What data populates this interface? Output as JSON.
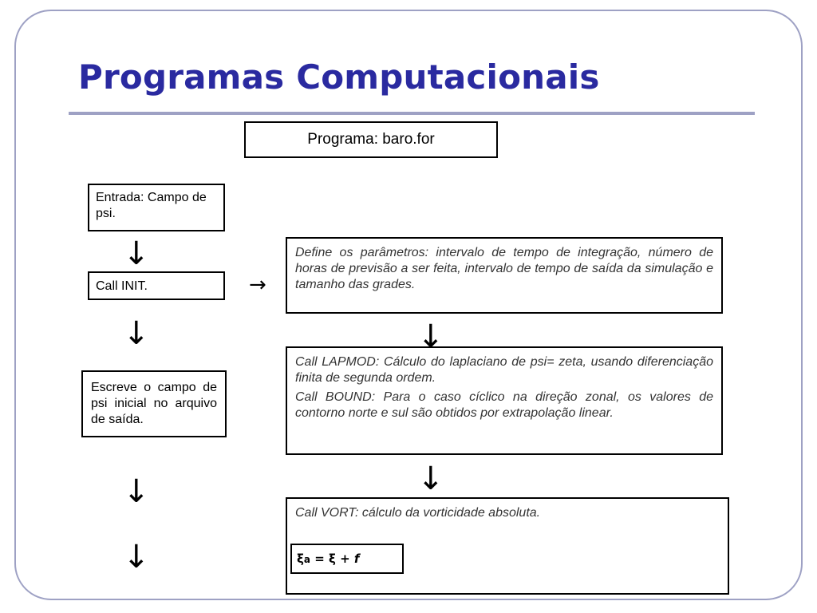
{
  "slide": {
    "title": "Programas Computacionais"
  },
  "diagram": {
    "program_label": "Programa: baro.for",
    "input_step": "Entrada: Campo de psi.",
    "init_step": "Call INIT.",
    "write_step": "Escreve o campo de psi inicial no arquivo de saída.",
    "params_text": "Define os parâmetros: intervalo de tempo de integração, número de horas de previsão a ser feita, intervalo de tempo de saída da simulação e tamanho das grades.",
    "lapmod_text": "Call LAPMOD: Cálculo do laplaciano de psi= zeta, usando diferenciação finita de segunda ordem.",
    "bound_text": "Call BOUND: Para o caso cíclico na direção zonal, os valores de contorno  norte e sul são obtidos por extrapolação linear.",
    "vort_text": "Call VORT: cálculo da vorticidade absoluta.",
    "formula": {
      "xi": "ξ",
      "sub": "a",
      "rest": " = ξ + ",
      "f": "f"
    },
    "arrow_down": "↓",
    "arrow_right": "→"
  },
  "colors": {
    "title": "#2a2aa0",
    "frame": "#9ea1c4"
  }
}
